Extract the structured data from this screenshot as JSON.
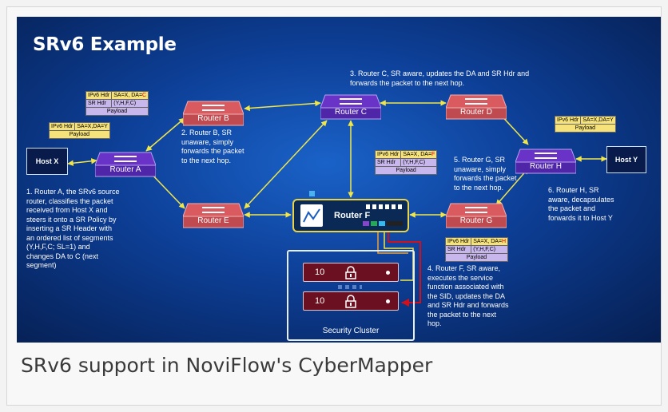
{
  "slide": {
    "title": "SRv6 Example"
  },
  "caption": "SRv6 support in NoviFlow's CyberMapper",
  "hosts": {
    "x": "Host X",
    "y": "Host Y"
  },
  "routers": {
    "a": "Router A",
    "b": "Router B",
    "c": "Router C",
    "d": "Router D",
    "e": "Router E",
    "f": "Router F",
    "g": "Router G",
    "h": "Router H"
  },
  "notes": {
    "step1": [
      "1. Router A, the SRv6 source",
      "router, classifies the packet",
      "received from Host X and",
      "steers it onto a SR Policy by",
      "inserting a SR Header with",
      "an ordered list of segments",
      "(Y,H,F,C; SL=1) and",
      "changes DA to C (next",
      "segment)"
    ],
    "step2": [
      "2. Router B, SR",
      "unaware, simply",
      "forwards the packet",
      "to the next hop."
    ],
    "step3": [
      "3. Router C, SR aware, updates the DA and SR Hdr and",
      "forwards the packet to the next hop."
    ],
    "step4": [
      "4. Router F, SR aware,",
      "executes the service",
      "function associated with",
      "the SID, updates the DA",
      "and SR Hdr and forwards",
      "the packet to the next",
      "hop."
    ],
    "step5": [
      "5. Router G, SR",
      "unaware, simply",
      "forwards the packet",
      "to the next hop."
    ],
    "step6": [
      "6. Router H, SR",
      "aware, decapsulates",
      "the packet and",
      "forwards it to Host Y"
    ]
  },
  "headers": {
    "ipv6_label": "IPv6 Hdr",
    "sr_label": "SR Hdr",
    "payload": "Payload",
    "plain_a": "SA=X,DA=Y",
    "plain_h": "SA=X,DA=Y",
    "to_c": {
      "prefix": "SA=X, DA=",
      "dest": "C",
      "segments": "(Y,H,F,C)"
    },
    "to_f": {
      "prefix": "SA=X, DA=",
      "dest": "F",
      "segments": "(Y,H,F,C)"
    },
    "to_h": {
      "prefix": "SA=X, DA=",
      "dest": "H",
      "segments": "(Y,H,F,C)"
    }
  },
  "cluster": {
    "label": "Security Cluster",
    "server_1": "10",
    "server_2": "10"
  },
  "colors": {
    "router_purple": "#6a33c8",
    "router_red": "#d95a5f",
    "link_yellow": "#f0e64a",
    "link_red": "#d0101a",
    "header_yellow": "#f6e27a",
    "header_purple": "#c8b7ec",
    "highlight_red": "#d40000"
  }
}
